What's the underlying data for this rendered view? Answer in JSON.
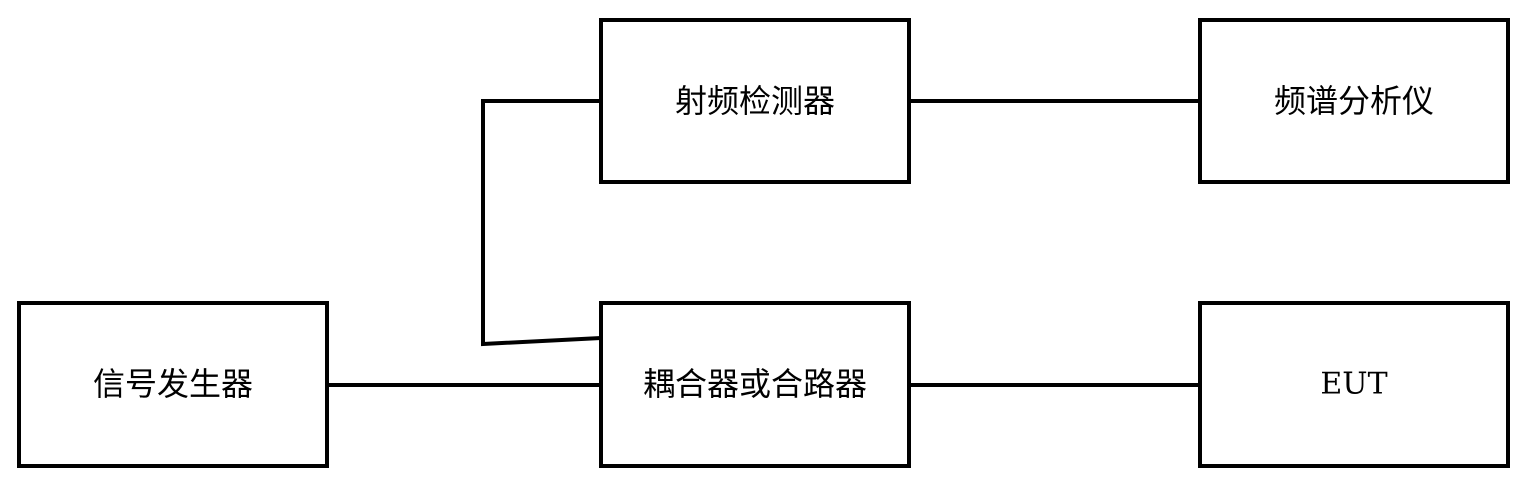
{
  "diagram": {
    "blocks": {
      "rf_detector": "射频检测器",
      "spectrum_analyzer": "频谱分析仪",
      "signal_generator": "信号发生器",
      "coupler_combiner": "耦合器或合路器",
      "eut": "EUT"
    },
    "colors": {
      "stroke": "#000000",
      "fill": "#ffffff"
    }
  }
}
